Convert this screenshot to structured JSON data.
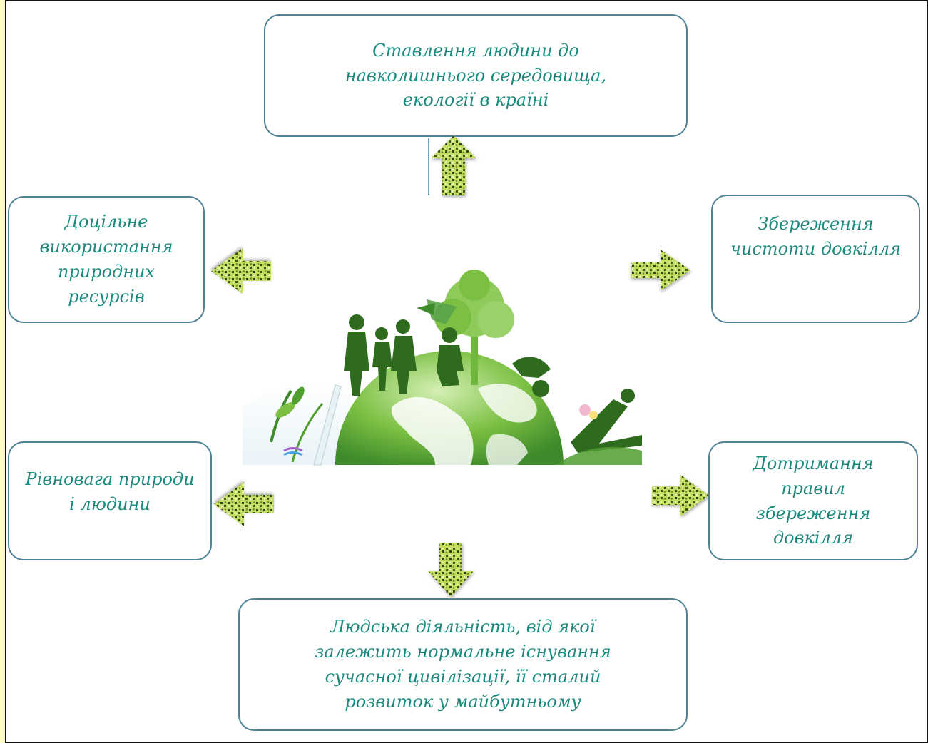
{
  "center_topic": "",
  "boxes": {
    "top": "Ставлення людини до\nнавколишнього середовища,\nекології в країні",
    "upper_left": "Доцільне\nвикористання\nприродних\nресурсів",
    "upper_right": "Збереження\nчистоти довкілля",
    "lower_left": "Рівновага природи\nі людини",
    "lower_right": "Дотримання\nправил\nзбереження\nдовкілля",
    "bottom": "Людська діяльність, від якої\nзалежить нормальне існування\nсучасної цивілізації, її сталий\nрозвиток у майбутньому"
  },
  "colors": {
    "box_border": "#4f8297",
    "box_text": "#1b8a7d",
    "arrow_fill": "#c4dc62",
    "globe_green": "#7bc043",
    "dark_green": "#2e6b1f"
  },
  "icons": {
    "arrows": "patterned-green-arrow",
    "center_image": "earth-globe-with-people-and-tree"
  }
}
